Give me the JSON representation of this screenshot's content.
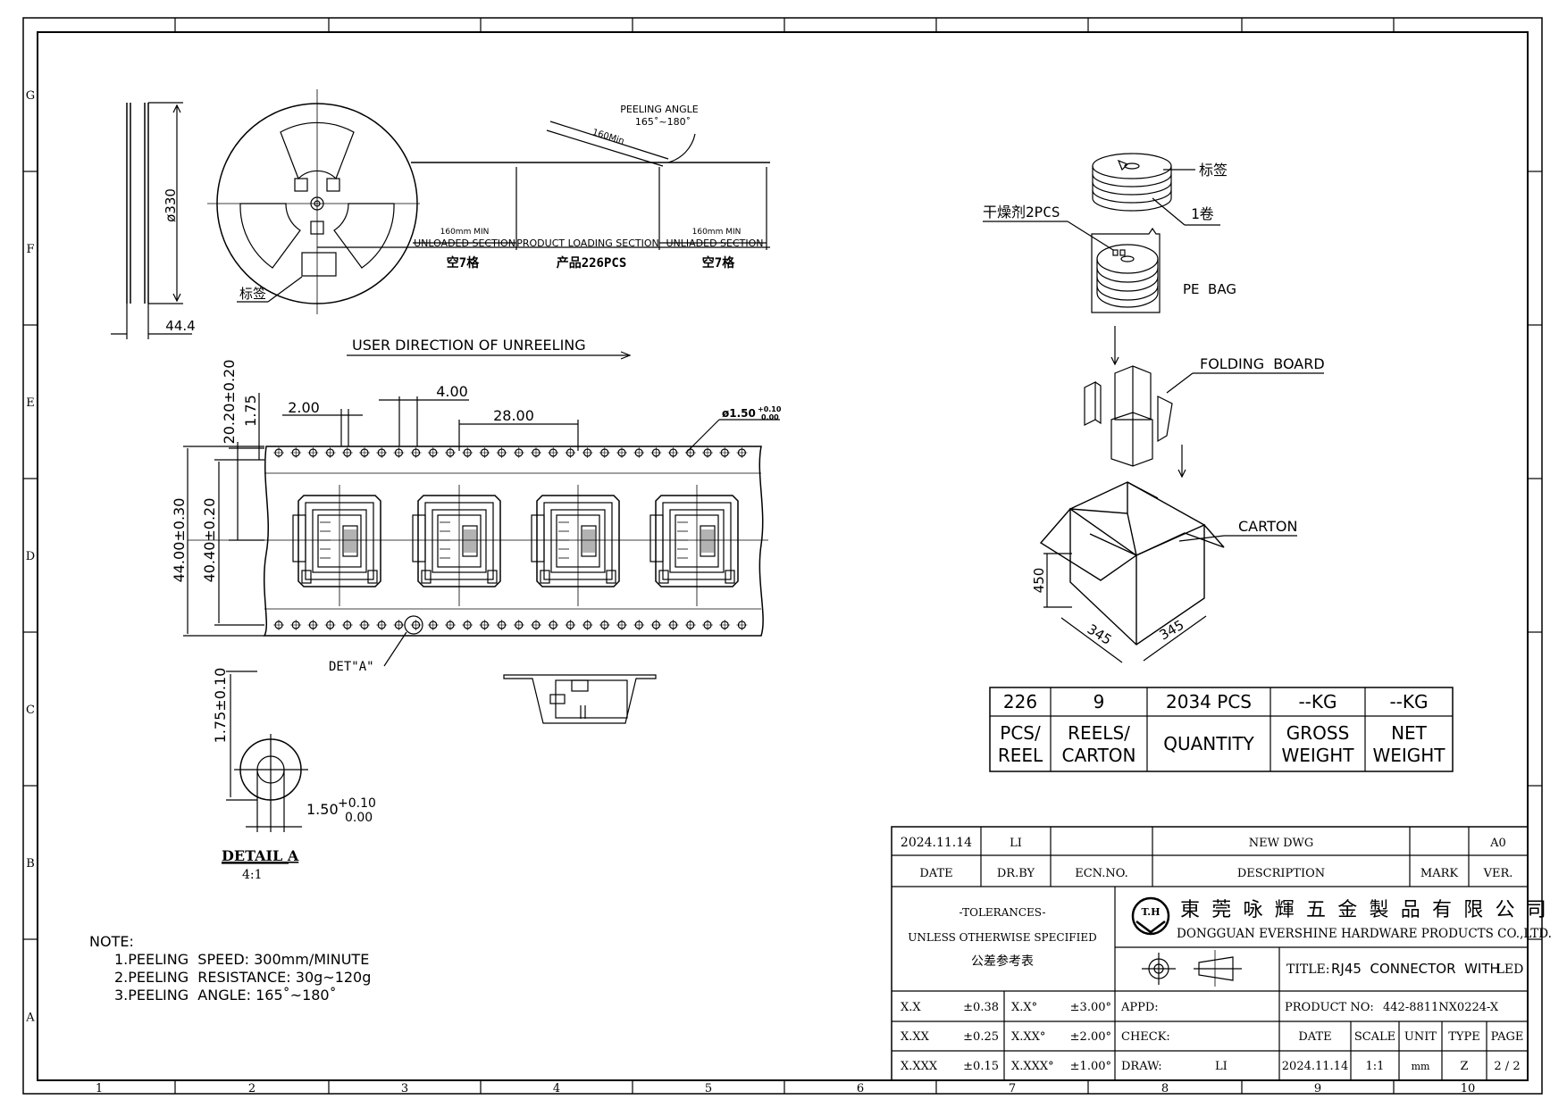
{
  "border": {
    "columns": [
      "1",
      "2",
      "3",
      "4",
      "5",
      "6",
      "7",
      "8",
      "9",
      "10"
    ],
    "rows": [
      "G",
      "F",
      "E",
      "D",
      "C",
      "B",
      "A"
    ]
  },
  "reel": {
    "diameter": "ø330",
    "width": "44.4",
    "label": "标签",
    "peeling_angle_title": "PEELING ANGLE",
    "peeling_angle_value": "165˚~180˚",
    "peel_len": "160Min",
    "sec1_len": "160mm MIN",
    "sec1_name": "UNLOADED SECTION",
    "sec1_cn": "空7格",
    "sec2_name": "PRODUCT LOADING SECTION",
    "sec2_cn": "产品226PCS",
    "sec3_len": "160mm MIN",
    "sec3_name": "UNLIADED SECTION",
    "sec3_cn": "空7格"
  },
  "tape": {
    "direction": "USER DIRECTION OF UNREELING",
    "d_pitch_small": "2.00",
    "d_pitch_hole": "4.00",
    "d_pitch_pocket": "28.00",
    "d_hole": "ø1.50",
    "d_hole_tol_plus": "+0.10",
    "d_hole_tol_minus": "0.00",
    "d_20": "20.20±0.20",
    "d_175": "1.75",
    "d_44": "44.00±0.30",
    "d_404": "40.40±0.20",
    "det_label": "DET\"A\""
  },
  "detail": {
    "d_vert": "1.75±0.10",
    "d_hole": "1.50",
    "tol_plus": "+0.10",
    "tol_minus": "0.00",
    "title": "DETAIL A",
    "scale": "4:1"
  },
  "notes": {
    "title": "NOTE:",
    "items": [
      "1.PEELING  SPEED: 300mm/MINUTE",
      "2.PEELING  RESISTANCE: 30g~120g",
      "3.PEELING  ANGLE: 165˚~180˚"
    ]
  },
  "packing": {
    "label_cn": "标签",
    "roll_cn": "1卷",
    "desiccant": "干燥剂2PCS",
    "pe_bag": "PE  BAG",
    "folding": "FOLDING  BOARD",
    "carton": "CARTON",
    "dim_h": "450",
    "dim_w1": "345",
    "dim_w2": "345"
  },
  "qty_table": {
    "values": [
      "226",
      "9",
      "2034  PCS",
      "--KG",
      "--KG"
    ],
    "labels": [
      [
        "PCS/",
        "REEL"
      ],
      [
        "REELS/",
        "CARTON"
      ],
      [
        "QUANTITY"
      ],
      [
        "GROSS",
        "WEIGHT"
      ],
      [
        "NET",
        "WEIGHT"
      ]
    ]
  },
  "title_block": {
    "rev_date": "2024.11.14",
    "rev_by": "LI",
    "rev_desc": "NEW DWG",
    "rev_ver": "A0",
    "h_date": "DATE",
    "h_drby": "DR.BY",
    "h_ecn": "ECN.NO.",
    "h_desc": "DESCRIPTION",
    "h_mark": "MARK",
    "h_ver": "VER.",
    "tol_title": "-TOLERANCES-",
    "tol_line": "UNLESS OTHERWISE SPECIFIED",
    "tol_cn": "公差参考表",
    "company_cn": "東 莞 咏 輝 五 金 製 品 有 限 公 司",
    "company_en": "DONGGUAN EVERSHINE HARDWARE PRODUCTS CO.,LTD.",
    "logo": "T.H",
    "title_label": "TITLE:",
    "title_value": "RJ45  CONNECTOR  WITH",
    "title_suffix": "LED",
    "tolerances": [
      [
        "X.X",
        "±0.38",
        "X.X°",
        "±3.00°"
      ],
      [
        "X.XX",
        "±0.25",
        "X.XX°",
        "±2.00°"
      ],
      [
        "X.XXX",
        "±0.15",
        "X.XXX°",
        "±1.00°"
      ]
    ],
    "appd": "APPD:",
    "check": "CHECK:",
    "draw": "DRAW:",
    "draw_by": "LI",
    "product_label": "PRODUCT NO:",
    "product_no": "442-8811NX0224-X",
    "h2_date": "DATE",
    "h2_scale": "SCALE",
    "h2_unit": "UNIT",
    "h2_type": "TYPE",
    "h2_page": "PAGE",
    "v_date": "2024.11.14",
    "v_scale": "1:1",
    "v_unit": "mm",
    "v_type": "Z",
    "v_page": "2 / 2"
  }
}
